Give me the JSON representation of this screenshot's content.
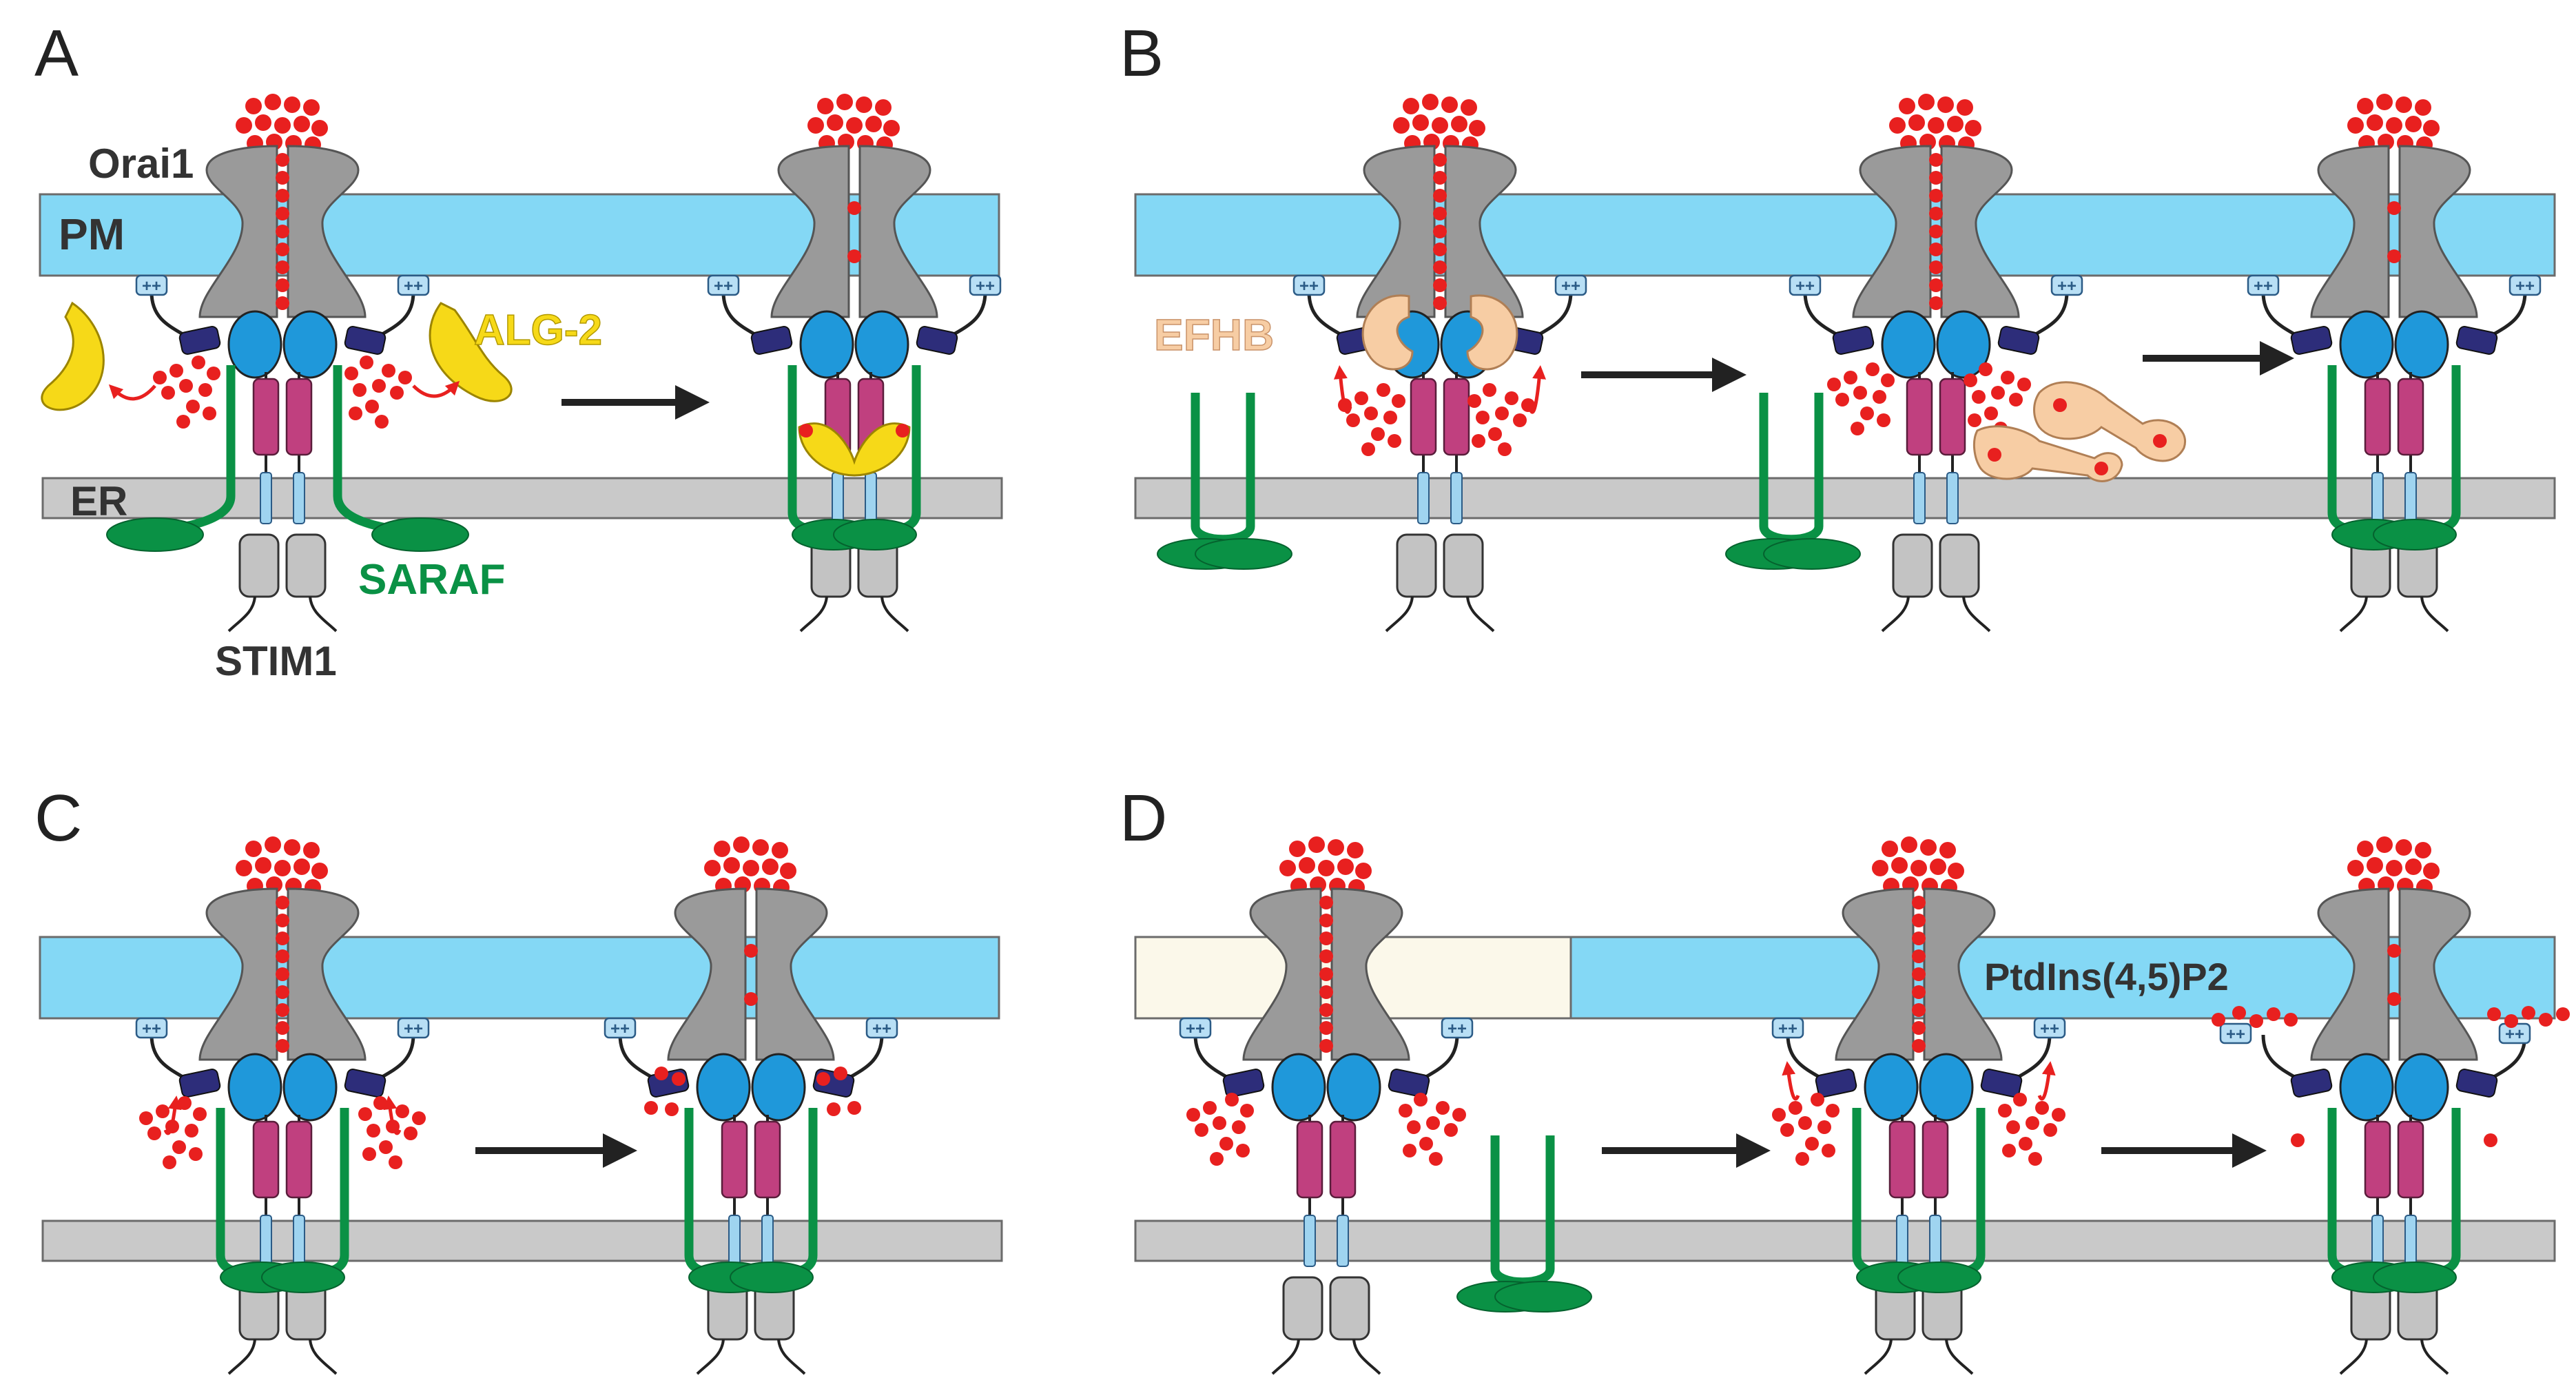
{
  "panels": [
    {
      "letter": "A"
    },
    {
      "letter": "B"
    },
    {
      "letter": "C"
    },
    {
      "letter": "D"
    }
  ],
  "labels": {
    "orai1": "Orai1",
    "pm": "PM",
    "er": "ER",
    "stim1": "STIM1",
    "saraf": "SARAF",
    "alg2": "ALG-2",
    "efhb": "EFHB",
    "pip2": "PtdIns(4,5)P2",
    "charge": "++"
  },
  "colors": {
    "membrane_pm": "#84d8f5",
    "membrane_pm_nolipid": "#fbf8ea",
    "membrane_er": "#c9c9c9",
    "orai1": "#9a9a9a",
    "calcium": "#e8201f",
    "stim1_ctid": "#1f98da",
    "stim1_cc": "#c0407f",
    "stim1_tm": "#9fd4f0",
    "stim1_lumen": "#c3c3c3",
    "stim1_linker": "#2d2d7a",
    "saraf": "#0a9145",
    "alg2": "#f6d918",
    "efhb": "#f7cda4",
    "arrow": "#222222",
    "text_dark": "#333333"
  }
}
